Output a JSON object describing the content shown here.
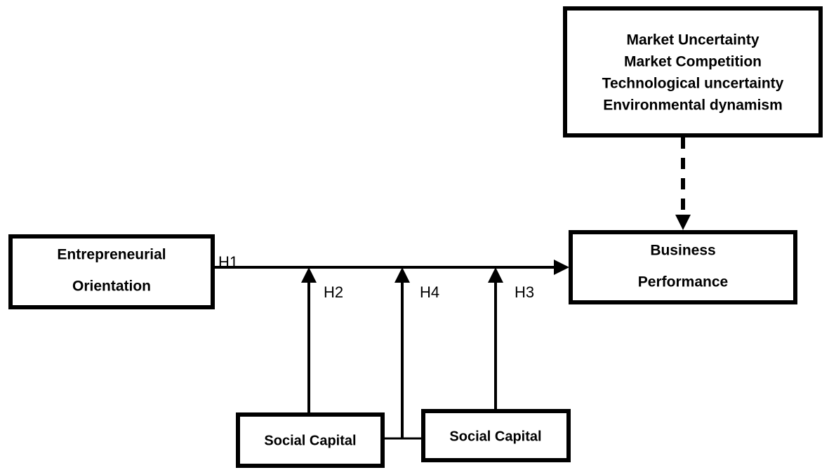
{
  "diagram": {
    "type": "conceptual-research-model",
    "nodes": {
      "independent": {
        "line1": "Entrepreneurial",
        "line2": "Orientation"
      },
      "dependent": {
        "line1": "Business",
        "line2": "Performance"
      },
      "moderator": {
        "line1": "Market Uncertainty",
        "line2": "Market Competition",
        "line3": "Technological uncertainty",
        "line4": "Environmental dynamism"
      },
      "mediator_left": {
        "label": "Social Capital"
      },
      "mediator_right": {
        "label": "Social Capital"
      }
    },
    "hypotheses": {
      "h1": "H1",
      "h2": "H2",
      "h3": "H3",
      "h4": "H4"
    },
    "colors": {
      "stroke": "#000000",
      "fill": "#ffffff",
      "text": "#000000"
    }
  }
}
